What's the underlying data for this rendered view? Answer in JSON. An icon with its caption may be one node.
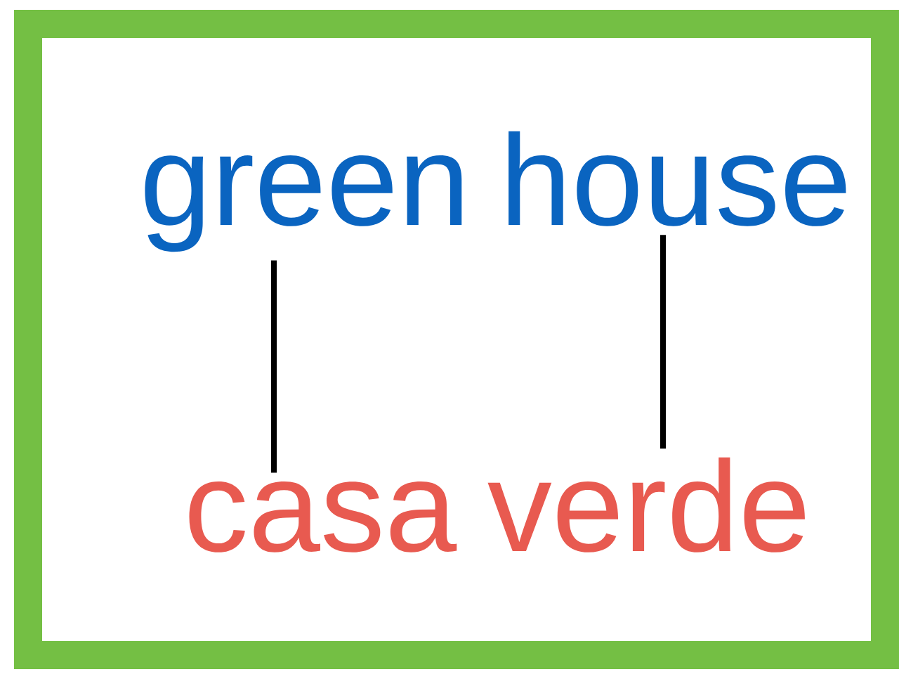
{
  "diagram": {
    "nodes": [
      {
        "text": [
          "green"
        ]
      },
      {
        "text": [
          "house"
        ]
      },
      {
        "text": [
          "casa"
        ]
      },
      {
        "text": [
          "verde"
        ]
      }
    ],
    "edges": [
      {
        "from": 0,
        "to": 2,
        "arrow": "none"
      },
      {
        "from": 1,
        "to": 3,
        "arrow": "none"
      }
    ]
  }
}
